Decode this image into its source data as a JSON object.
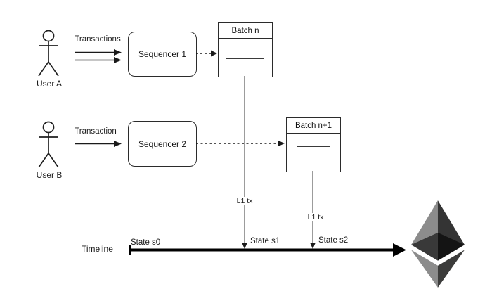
{
  "background": "#ffffff",
  "actors": [
    {
      "name": "User A",
      "icon": "person-stick-figure"
    },
    {
      "name": "User B",
      "icon": "person-stick-figure"
    }
  ],
  "flows": [
    {
      "label": "Transactions",
      "arrow_count": 2
    },
    {
      "label": "Transaction",
      "arrow_count": 1
    }
  ],
  "sequencers": [
    {
      "label": "Sequencer 1"
    },
    {
      "label": "Sequencer 2"
    }
  ],
  "batches": [
    {
      "label": "Batch n",
      "record_lines": 2
    },
    {
      "label": "Batch n+1",
      "record_lines": 1
    }
  ],
  "l1_transactions": [
    {
      "label": "L1 tx"
    },
    {
      "label": "L1 tx"
    }
  ],
  "timeline": {
    "label": "Timeline",
    "states": [
      {
        "label": "State s0"
      },
      {
        "label": "State s1"
      },
      {
        "label": "State s2"
      }
    ]
  },
  "ethereum": {
    "name": "ethereum-logo",
    "colors": {
      "top_left": "#8C8C8C",
      "top_right": "#343434",
      "inner_left": "#393939",
      "inner_right": "#141414",
      "bottom_left": "#8C8C8C",
      "bottom_right": "#3C3C3B"
    }
  },
  "style_colors": {
    "stroke": "#1a1a1a",
    "connector": "#666666",
    "timeline": "#000000"
  }
}
